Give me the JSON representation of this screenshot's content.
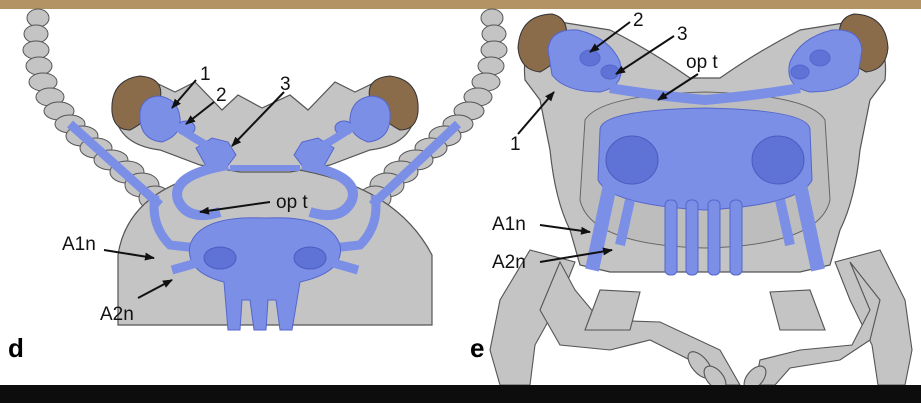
{
  "panels": [
    {
      "id": "d",
      "letter": "d",
      "labels": {
        "l1": "1",
        "l2": "2",
        "l3": "3",
        "opt": "op t",
        "a1n": "A1n",
        "a2n": "A2n"
      }
    },
    {
      "id": "e",
      "letter": "e",
      "labels": {
        "l1": "1",
        "l2": "2",
        "l3": "3",
        "opt": "op t",
        "a1n": "A1n",
        "a2n": "A2n"
      }
    }
  ],
  "colors": {
    "exoskeleton": "#c4c4c4",
    "outline": "#555555",
    "nervous_system": "#7b8fe6",
    "nervous_dark": "#5566cc",
    "eye": "#8a6b4a",
    "background": "#ffffff",
    "top_band": "#b39263",
    "bottom_band": "#0d0d0d"
  }
}
